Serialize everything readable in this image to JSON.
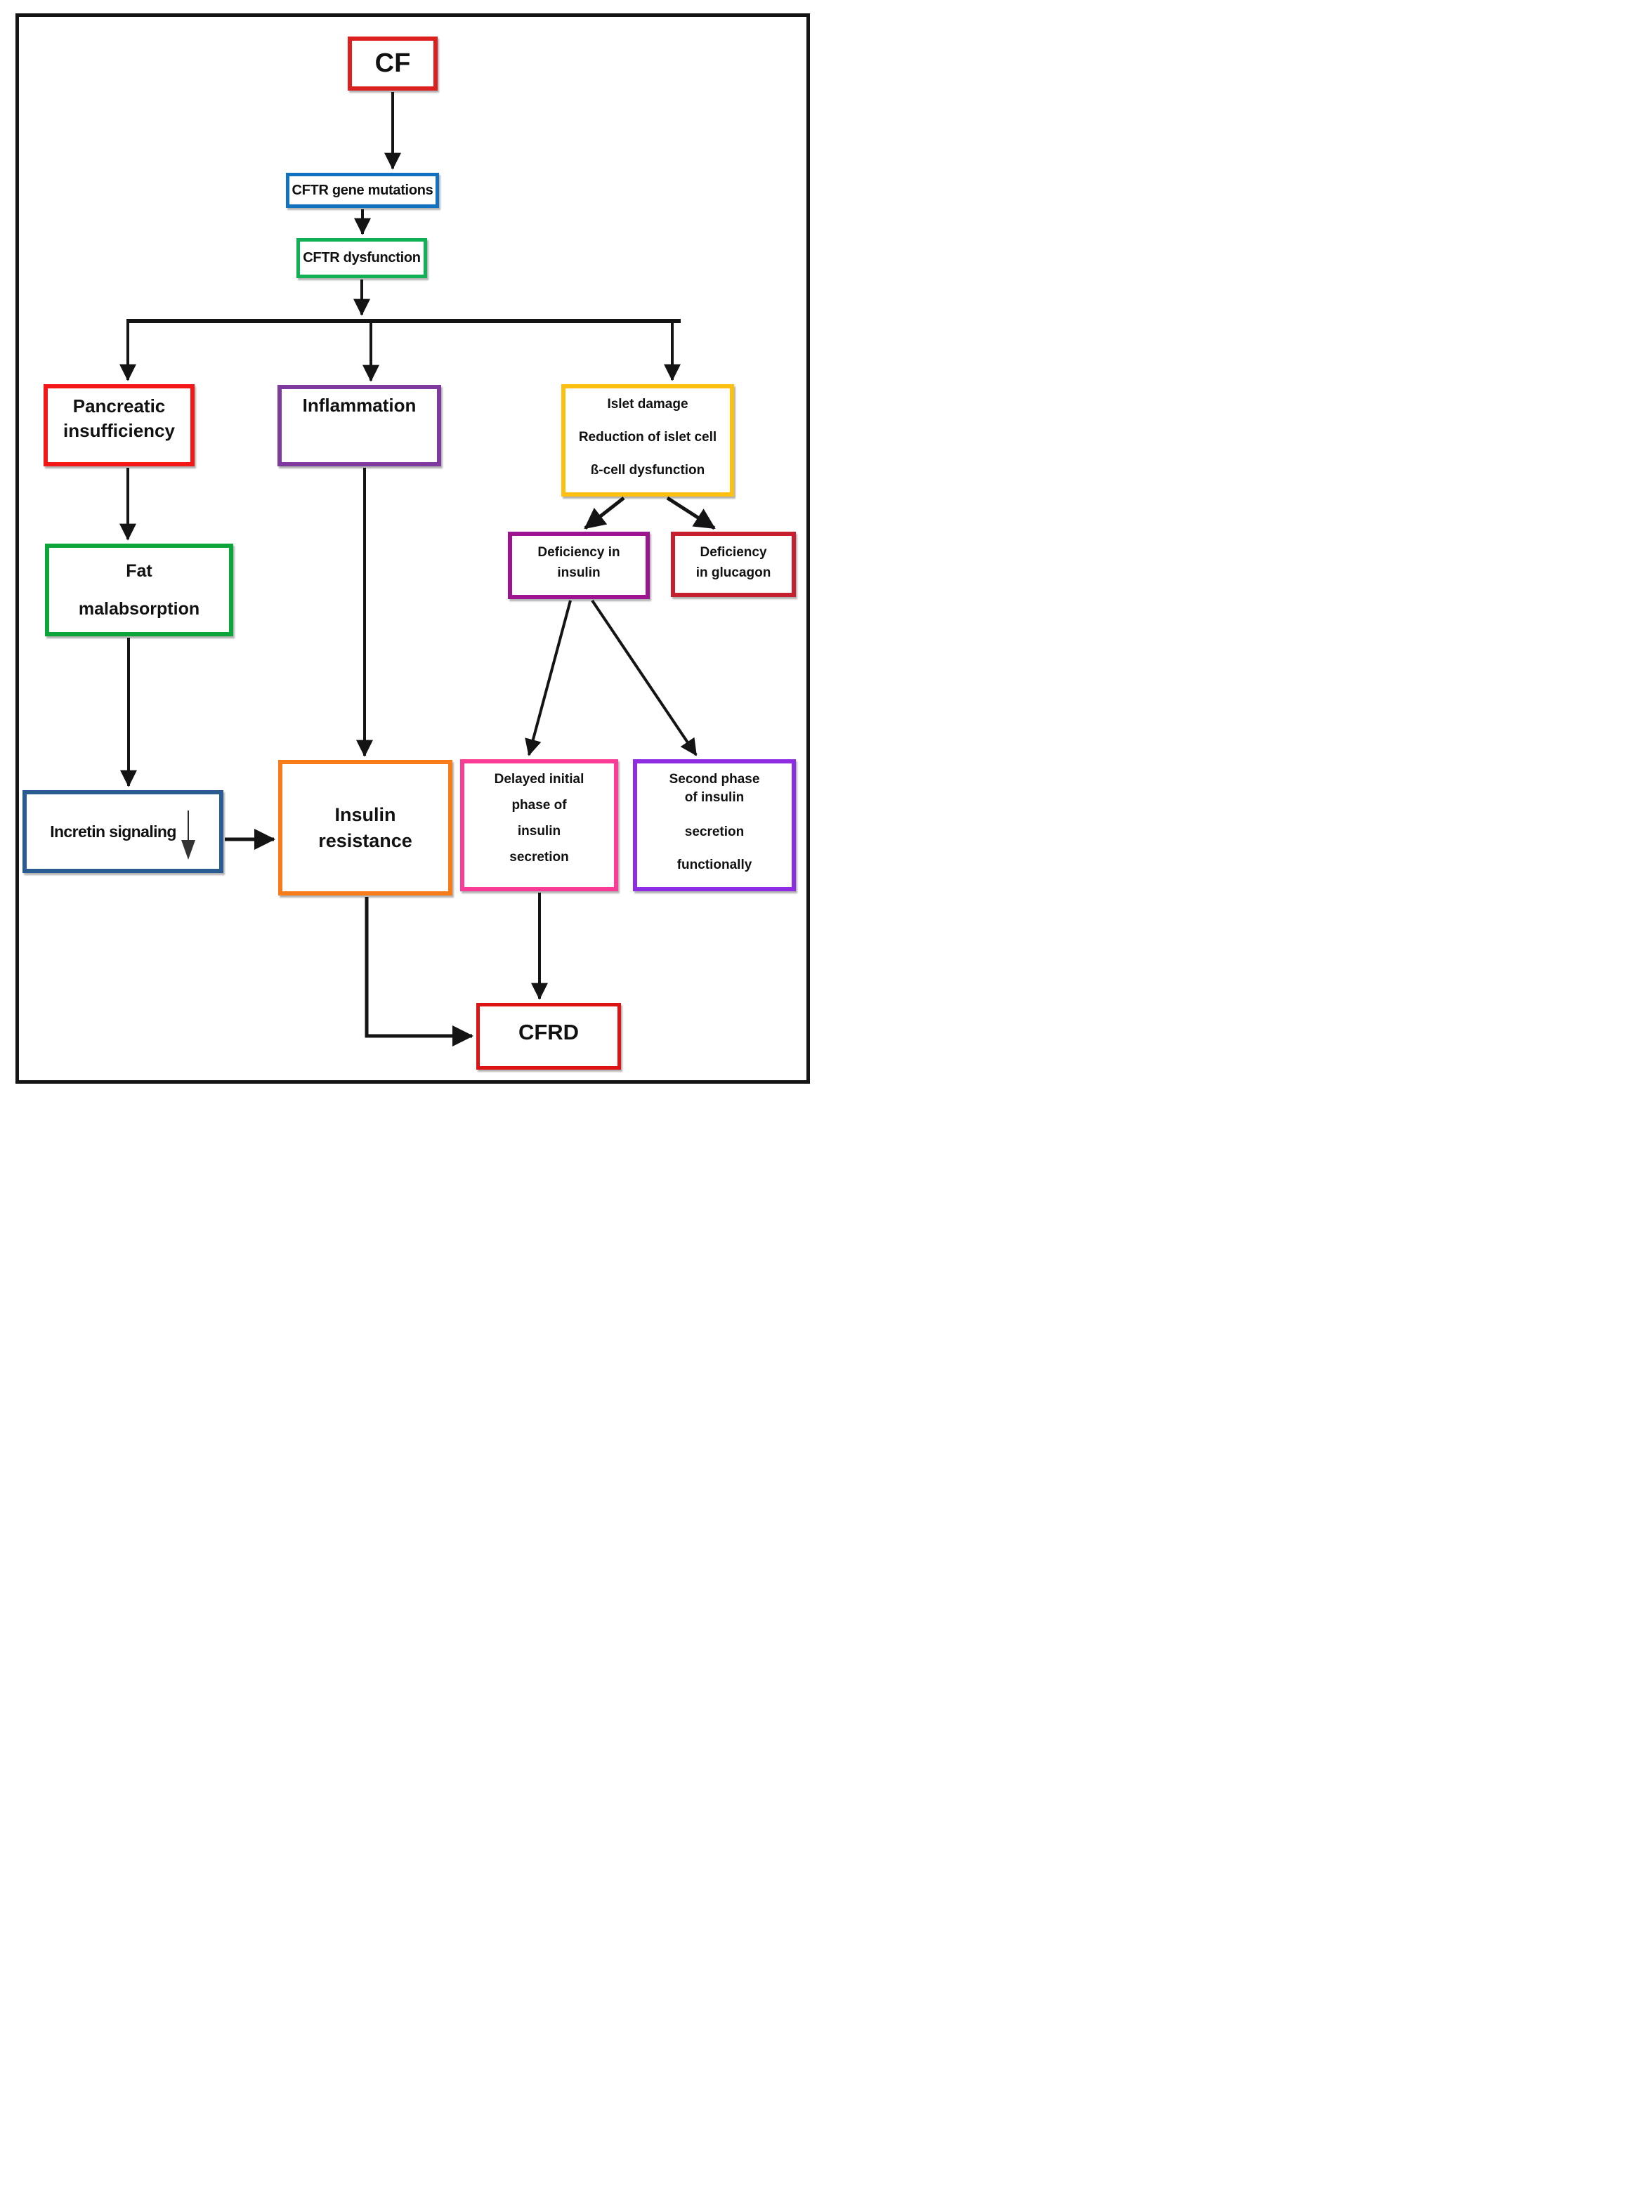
{
  "diagram": {
    "type": "flowchart",
    "topic": "Pathway from cystic fibrosis (CF) to cystic fibrosis-related diabetes (CFRD)"
  },
  "nodes": {
    "cf": {
      "label": "CF",
      "border_color": "#dc1f1f"
    },
    "cftr_gene_mutations": {
      "label": "CFTR gene mutations",
      "border_color": "#1272bf"
    },
    "cftr_dysfunction": {
      "label": "CFTR dysfunction",
      "border_color": "#10b155"
    },
    "pancreatic_insufficiency": {
      "lines": [
        "Pancreatic",
        "insufficiency"
      ],
      "border_color": "#f31717"
    },
    "inflammation": {
      "label": "Inflammation",
      "border_color": "#7e3a9c"
    },
    "islet_damage": {
      "lines": [
        "Islet damage",
        "Reduction of islet cell",
        "ß-cell dysfunction"
      ],
      "border_color": "#fdc010"
    },
    "deficiency_insulin": {
      "lines": [
        "Deficiency in",
        "insulin"
      ],
      "border_color": "#9c1490"
    },
    "deficiency_glucagon": {
      "lines": [
        "Deficiency",
        "in glucagon"
      ],
      "border_color": "#c51f30"
    },
    "fat_malabsorption": {
      "lines": [
        "Fat",
        "malabsorption"
      ],
      "border_color": "#0da53a"
    },
    "incretin_signaling": {
      "label": "Incretin signaling",
      "icon": "down-arrow",
      "border_color": "#2b5c8f"
    },
    "insulin_resistance": {
      "lines": [
        "Insulin",
        "resistance"
      ],
      "border_color": "#f87d1a"
    },
    "delayed_phase": {
      "lines": [
        "Delayed initial",
        "phase of",
        "insulin",
        "secretion"
      ],
      "border_color": "#fb3c96"
    },
    "second_phase": {
      "lines": [
        "Second phase",
        "of insulin",
        "secretion",
        "functionally"
      ],
      "border_color": "#8d2ce3"
    },
    "cfrd": {
      "label": "CFRD",
      "border_color": "#dc1414"
    }
  },
  "edges": [
    {
      "from": "cf",
      "to": "cftr_gene_mutations"
    },
    {
      "from": "cftr_gene_mutations",
      "to": "cftr_dysfunction"
    },
    {
      "from": "cftr_dysfunction",
      "to": "pancreatic_insufficiency"
    },
    {
      "from": "cftr_dysfunction",
      "to": "inflammation"
    },
    {
      "from": "cftr_dysfunction",
      "to": "islet_damage"
    },
    {
      "from": "pancreatic_insufficiency",
      "to": "fat_malabsorption"
    },
    {
      "from": "fat_malabsorption",
      "to": "incretin_signaling"
    },
    {
      "from": "incretin_signaling",
      "to": "insulin_resistance"
    },
    {
      "from": "inflammation",
      "to": "insulin_resistance"
    },
    {
      "from": "islet_damage",
      "to": "deficiency_insulin"
    },
    {
      "from": "islet_damage",
      "to": "deficiency_glucagon"
    },
    {
      "from": "deficiency_insulin",
      "to": "delayed_phase"
    },
    {
      "from": "deficiency_insulin",
      "to": "second_phase"
    },
    {
      "from": "delayed_phase",
      "to": "cfrd"
    },
    {
      "from": "insulin_resistance",
      "to": "cfrd"
    }
  ],
  "colors": {
    "connector": "#141414",
    "frame": "#141414",
    "background": "#ffffff",
    "text": "#111111"
  }
}
